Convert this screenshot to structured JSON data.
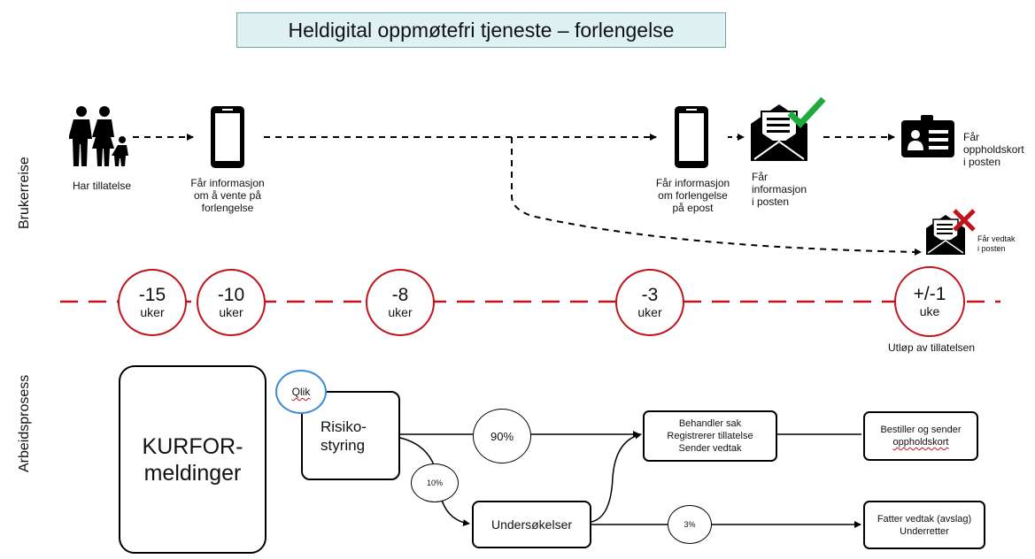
{
  "title": "Heldigital oppmøtefri tjeneste – forlengelse",
  "lanes": {
    "top": "Brukerreise",
    "bottom": "Arbeidsprosess"
  },
  "journey": {
    "step1": [
      "Har tillatelse"
    ],
    "step2": [
      "Får informasjon",
      "om å vente på",
      "forlengelse"
    ],
    "step3": [
      "Får informasjon",
      "om forlengelse",
      "på epost"
    ],
    "step4": [
      "Får",
      "informasjon",
      "i posten"
    ],
    "step5": [
      "Får",
      "oppholdskort",
      "i posten"
    ],
    "step6": [
      "Får vedtak",
      "i posten"
    ]
  },
  "timeline": [
    {
      "num": "-15",
      "unit": "uker"
    },
    {
      "num": "-10",
      "unit": "uker"
    },
    {
      "num": "-8",
      "unit": "uker"
    },
    {
      "num": "-3",
      "unit": "uker"
    },
    {
      "num": "+/-1",
      "unit": "uke"
    }
  ],
  "timeline_note": "Utløp av tillatelsen",
  "process": {
    "kurfor": [
      "KURFOR-",
      "meldinger"
    ],
    "qlik": "Qlik",
    "risiko": [
      "Risiko-",
      "styring"
    ],
    "p90": "90%",
    "p10": "10%",
    "p3": "3%",
    "undersokelser": "Undersøkelser",
    "behandler": [
      "Behandler sak",
      "Registrerer tillatelse",
      "Sender vedtak"
    ],
    "bestiller": [
      "Bestiller og sender",
      "oppholdskort"
    ],
    "fatter": [
      "Fatter vedtak (avslag)",
      "Underretter"
    ]
  },
  "colors": {
    "accent_red": "#c0141c",
    "check_green": "#1faa3c",
    "qlik_blue": "#3b8bd6",
    "title_bg": "#dff1f2"
  }
}
